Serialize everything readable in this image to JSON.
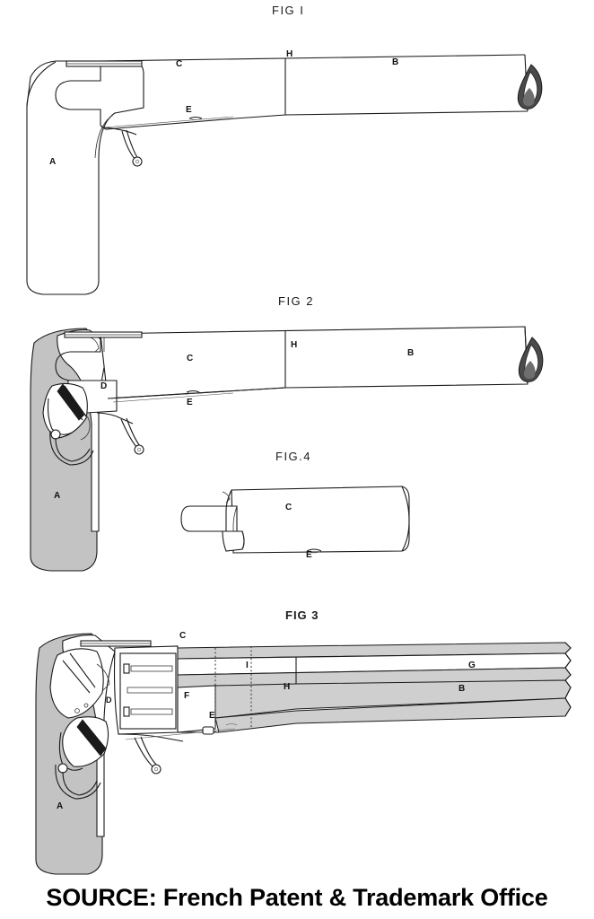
{
  "document": {
    "type": "patent-drawing-sheet",
    "caption": "SOURCE: French Patent & Trademark Office",
    "background_color": "#ffffff",
    "line_color": "#1a1a1a",
    "section_shading_color": "#c3c3c3"
  },
  "figures": [
    {
      "id": "fig1",
      "title": "FIG I",
      "description": "Side elevation of pistol with long barrel",
      "labels": [
        {
          "text": "C",
          "role": "frame-forward-section"
        },
        {
          "text": "H",
          "role": "barrel-joint-band"
        },
        {
          "text": "B",
          "role": "barrel"
        },
        {
          "text": "E",
          "role": "under-lug"
        },
        {
          "text": "A",
          "role": "grip"
        }
      ]
    },
    {
      "id": "fig2",
      "title": "FIG 2",
      "description": "Side elevation, sectioned grip showing lock mechanism",
      "labels": [
        {
          "text": "C",
          "role": "frame-forward-section"
        },
        {
          "text": "H",
          "role": "barrel-joint-band"
        },
        {
          "text": "B",
          "role": "barrel"
        },
        {
          "text": "D",
          "role": "hammer-lock"
        },
        {
          "text": "E",
          "role": "under-lug"
        },
        {
          "text": "A",
          "role": "grip-sectioned"
        }
      ]
    },
    {
      "id": "fig4",
      "title": "FIG.4",
      "description": "Detail of forward frame sleeve component",
      "labels": [
        {
          "text": "C",
          "role": "frame-sleeve"
        },
        {
          "text": "E",
          "role": "under-lug"
        }
      ]
    },
    {
      "id": "fig3",
      "title": "FIG 3",
      "description": "Longitudinal cross-section through frame, cylinder and barrel",
      "labels": [
        {
          "text": "C",
          "role": "frame-forward-section"
        },
        {
          "text": "I",
          "role": "chamber-bore"
        },
        {
          "text": "H",
          "role": "barrel-joint-band"
        },
        {
          "text": "G",
          "role": "barrel-bore"
        },
        {
          "text": "B",
          "role": "barrel-wall"
        },
        {
          "text": "F",
          "role": "cylinder-block"
        },
        {
          "text": "D",
          "role": "hammer-lock"
        },
        {
          "text": "E",
          "role": "under-lug"
        },
        {
          "text": "A",
          "role": "grip-sectioned"
        }
      ]
    }
  ]
}
